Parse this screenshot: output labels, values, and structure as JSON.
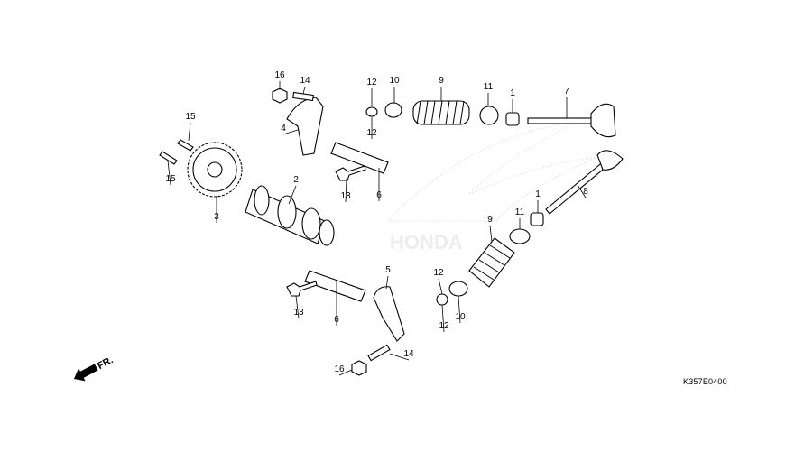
{
  "diagram_code": "K357E0400",
  "direction_marker": "FR.",
  "callouts": [
    "16",
    "14",
    "12",
    "10",
    "9",
    "11",
    "1",
    "7",
    "15",
    "4",
    "12",
    "2",
    "15",
    "13",
    "6",
    "3",
    "1",
    "8",
    "11",
    "9",
    "5",
    "12",
    "13",
    "6",
    "10",
    "12",
    "14",
    "16"
  ],
  "watermark": "HONDA"
}
